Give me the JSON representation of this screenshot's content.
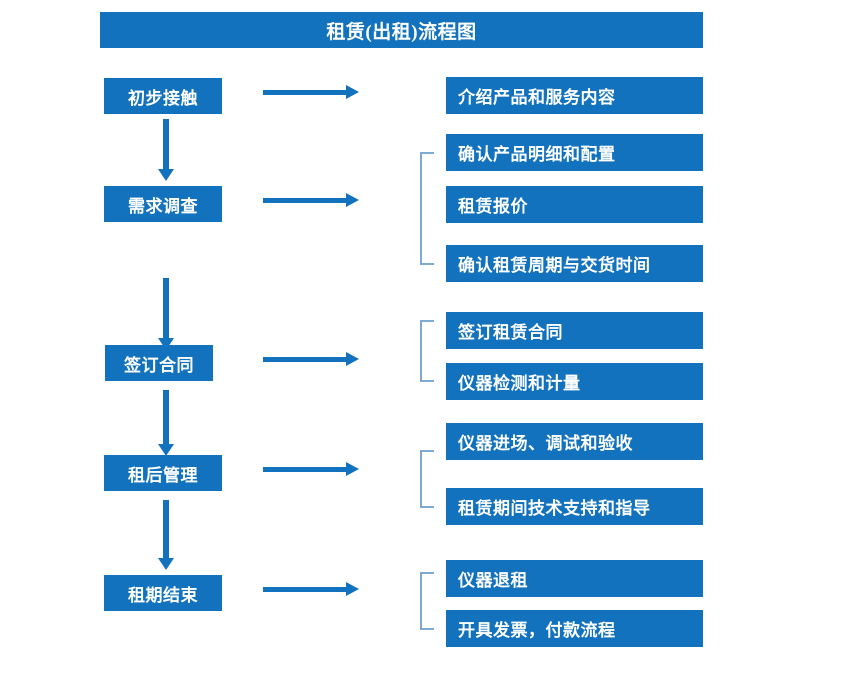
{
  "title": "租赁(出租)流程图",
  "colors": {
    "box_fill": "#1372BD",
    "box_text": "#FFFFFF",
    "arrow": "#1372BD",
    "bracket": "#7FA9D4",
    "background": "#FFFFFF"
  },
  "stages": [
    {
      "label": "初步接触",
      "arrow": "arrow-right",
      "outputs": [
        "介绍产品和服务内容"
      ],
      "grouped": false
    },
    {
      "label": "需求调查",
      "arrow": "arrow-right",
      "outputs": [
        "确认产品明细和配置",
        "租赁报价",
        "确认租赁周期与交货时间"
      ],
      "grouped": true
    },
    {
      "label": "签订合同",
      "arrow": "arrow-right",
      "outputs": [
        "签订租赁合同",
        "仪器检测和计量"
      ],
      "grouped": true
    },
    {
      "label": "租后管理",
      "arrow": "arrow-right",
      "outputs": [
        "仪器进场、调试和验收",
        "租赁期间技术支持和指导"
      ],
      "grouped": true
    },
    {
      "label": "租期结束",
      "arrow": "arrow-right",
      "outputs": [
        "仪器退租",
        "开具发票，付款流程"
      ],
      "grouped": true
    }
  ],
  "connectors": {
    "down_arrow": "arrow-down"
  }
}
